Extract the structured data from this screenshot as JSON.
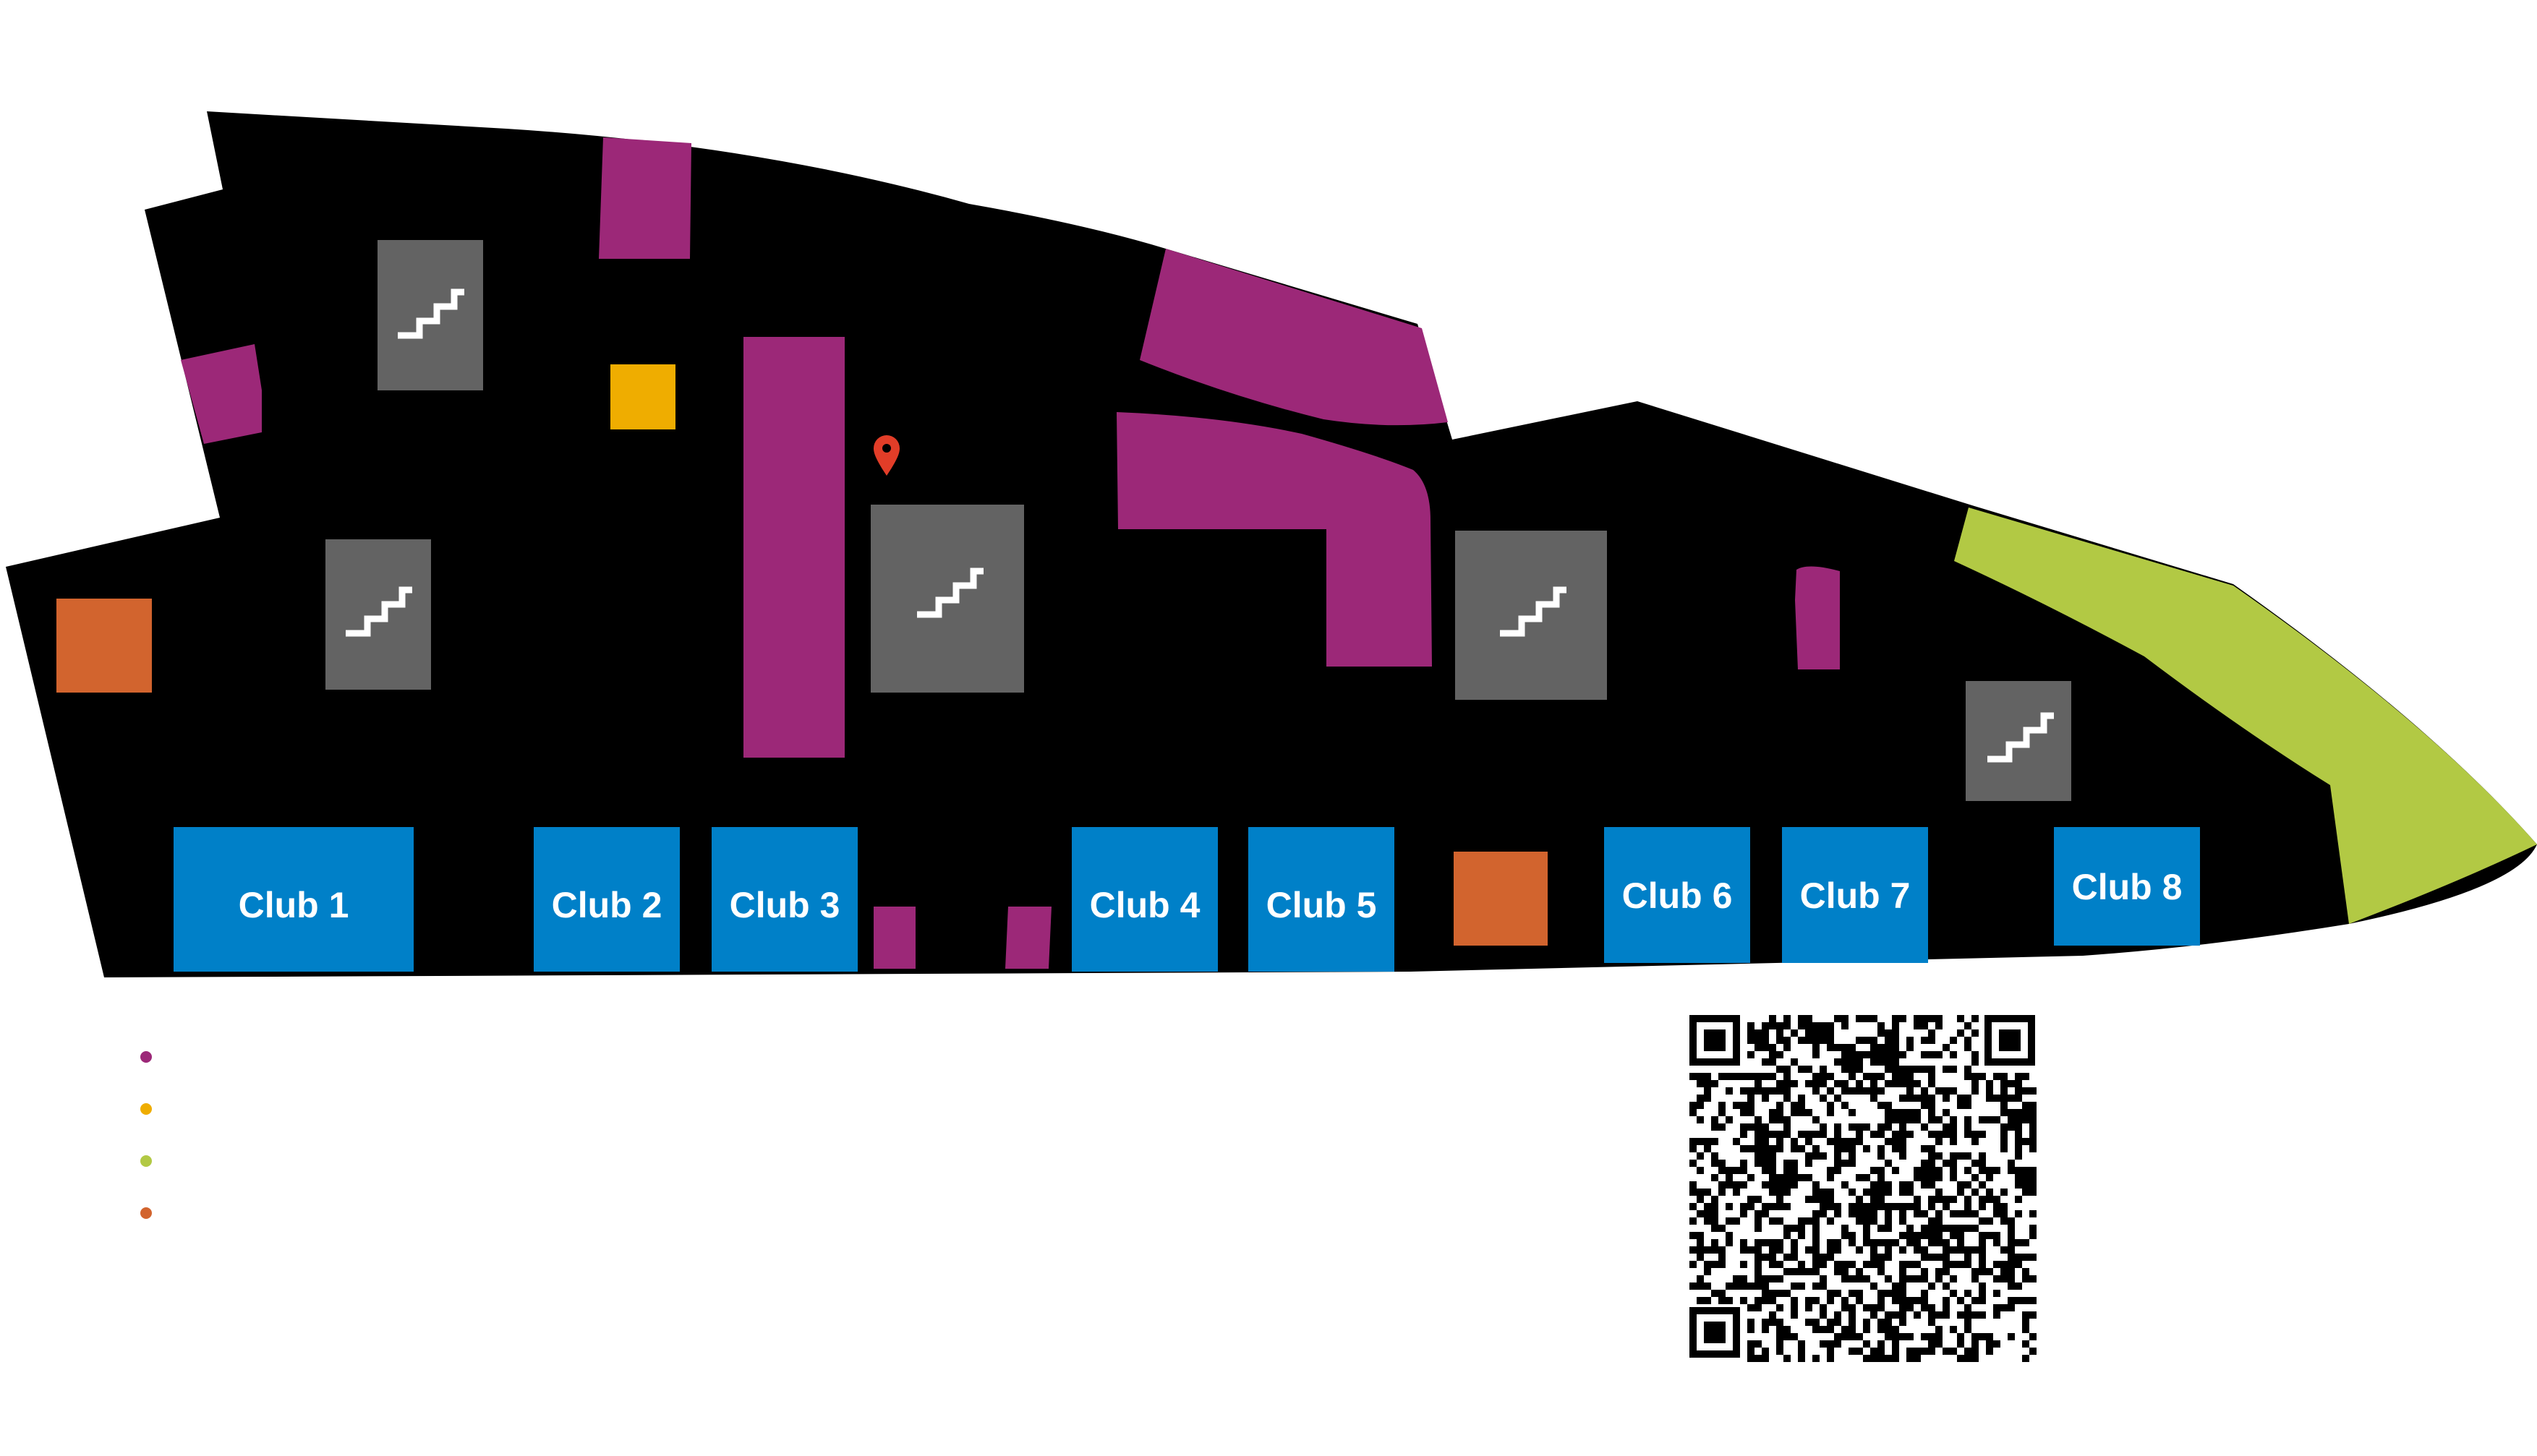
{
  "colors": {
    "floor": "#000000",
    "shop": "#9c2878",
    "food": "#efad00",
    "green_area": "#b2c944",
    "service": "#d2642e",
    "stairs": "#636363",
    "club": "#0080c8",
    "marker": "#e23d28",
    "background": "#ffffff"
  },
  "clubs": [
    {
      "label": "Club 1"
    },
    {
      "label": "Club 2"
    },
    {
      "label": "Club 3"
    },
    {
      "label": "Club 4"
    },
    {
      "label": "Club 5"
    },
    {
      "label": "Club 6"
    },
    {
      "label": "Club 7"
    },
    {
      "label": "Club 8"
    }
  ],
  "icons": {
    "stairs": "stairs-icon",
    "location": "location-pin-icon",
    "qr": "qr-code"
  },
  "legend": [
    {
      "color": "#9c2878"
    },
    {
      "color": "#efad00"
    },
    {
      "color": "#b2c944"
    },
    {
      "color": "#d2642e"
    }
  ]
}
